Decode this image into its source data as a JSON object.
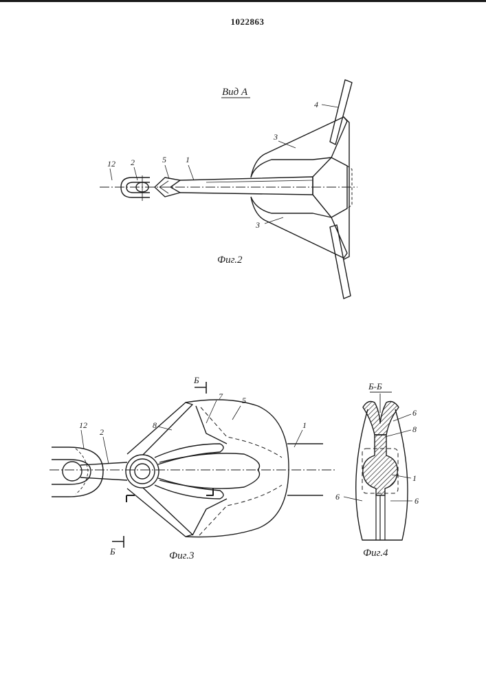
{
  "patent_number": "1022863",
  "figure2": {
    "view_title": "Вид А",
    "caption": "Фиг.2",
    "labels": {
      "l12": "12",
      "l2": "2",
      "l5": "5",
      "l1": "1",
      "l3a": "3",
      "l3b": "3",
      "l4": "4"
    }
  },
  "figure3": {
    "caption": "Фиг.3",
    "section_mark_top": "Б",
    "section_mark_bottom": "Б",
    "labels": {
      "l12": "12",
      "l2": "2",
      "l8": "8",
      "l7": "7",
      "l5": "5",
      "l1": "1"
    }
  },
  "figure4": {
    "section_title": "Б-Б",
    "caption": "Фиг.4",
    "labels": {
      "l6a": "6",
      "l8": "8",
      "l1": "1",
      "l6b": "6",
      "l6c": "6"
    }
  }
}
